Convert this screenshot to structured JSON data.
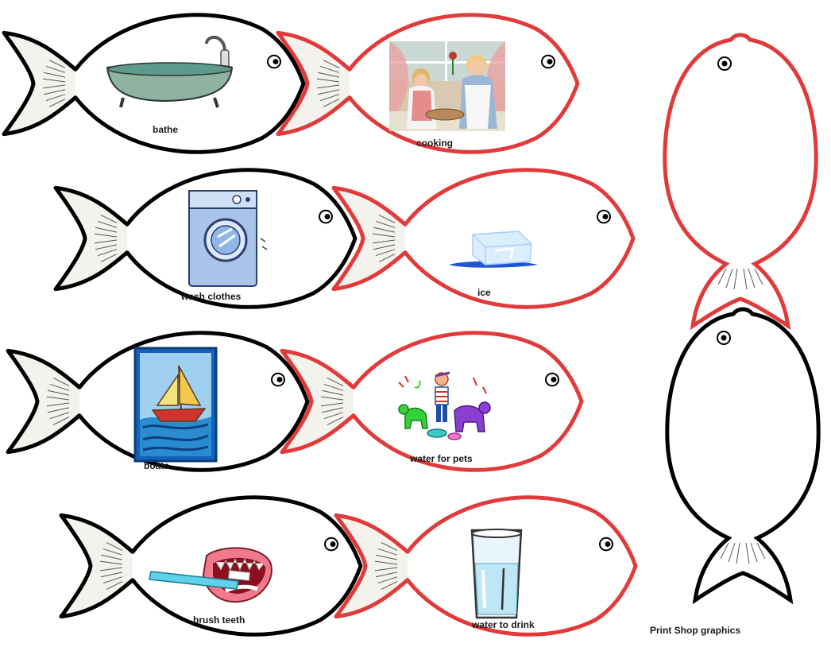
{
  "outline_colors": {
    "black": "#000000",
    "red": "#e23a3a"
  },
  "fish": [
    {
      "id": "bathe",
      "label": "bathe",
      "outline": "black",
      "icon": "bathtub-icon"
    },
    {
      "id": "cooking",
      "label": "cooking",
      "outline": "red",
      "icon": "cooking-picture"
    },
    {
      "id": "wash-clothes",
      "label": "wash clothes",
      "outline": "black",
      "icon": "washing-machine-icon"
    },
    {
      "id": "ice",
      "label": "ice",
      "outline": "red",
      "icon": "ice-cube-icon"
    },
    {
      "id": "boats",
      "label": "boats",
      "outline": "black",
      "icon": "sailboat-icon"
    },
    {
      "id": "water-for-pets",
      "label": "water for pets",
      "outline": "red",
      "icon": "pets-icon"
    },
    {
      "id": "brush-teeth",
      "label": "brush teeth",
      "outline": "black",
      "icon": "toothbrush-mouth-icon"
    },
    {
      "id": "water-to-drink",
      "label": "water to drink",
      "outline": "red",
      "icon": "water-glass-icon"
    }
  ],
  "blank_fish": [
    {
      "id": "blank-red",
      "outline": "red"
    },
    {
      "id": "blank-black",
      "outline": "black"
    }
  ],
  "credit": "Print Shop graphics"
}
